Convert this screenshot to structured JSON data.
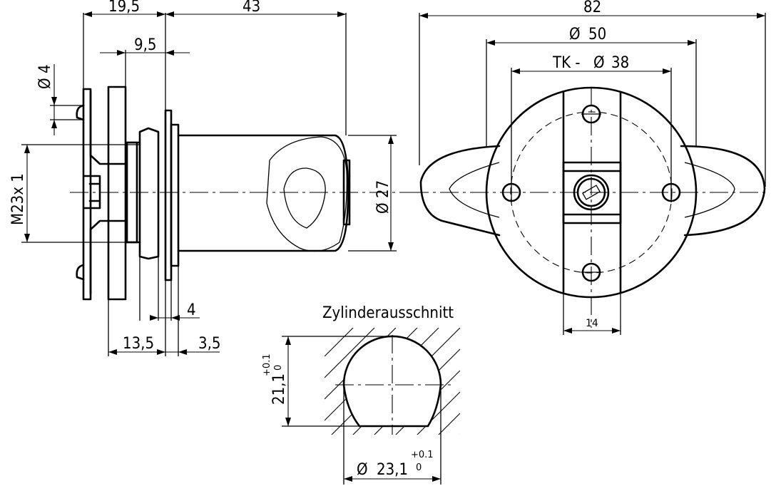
{
  "dimensions": {
    "d19_5": "19,5",
    "d43": "43",
    "d82": "82",
    "d9_5": "9,5",
    "phi4": "4",
    "m23": "M23x 1",
    "phi50": "50",
    "tk38_prefix": "TK -",
    "tk38": "38",
    "phi27": "27",
    "d4": "4",
    "d13_5": "13,5",
    "d3_5": "3,5",
    "d14": "14",
    "h21_1": "21,1",
    "tol_plus": "+0.1",
    "tol_zero": "0",
    "dia23_1": "23,1"
  },
  "labels": {
    "cutout": "Zylinderausschnitt",
    "diameter_symbol": "Ø"
  }
}
